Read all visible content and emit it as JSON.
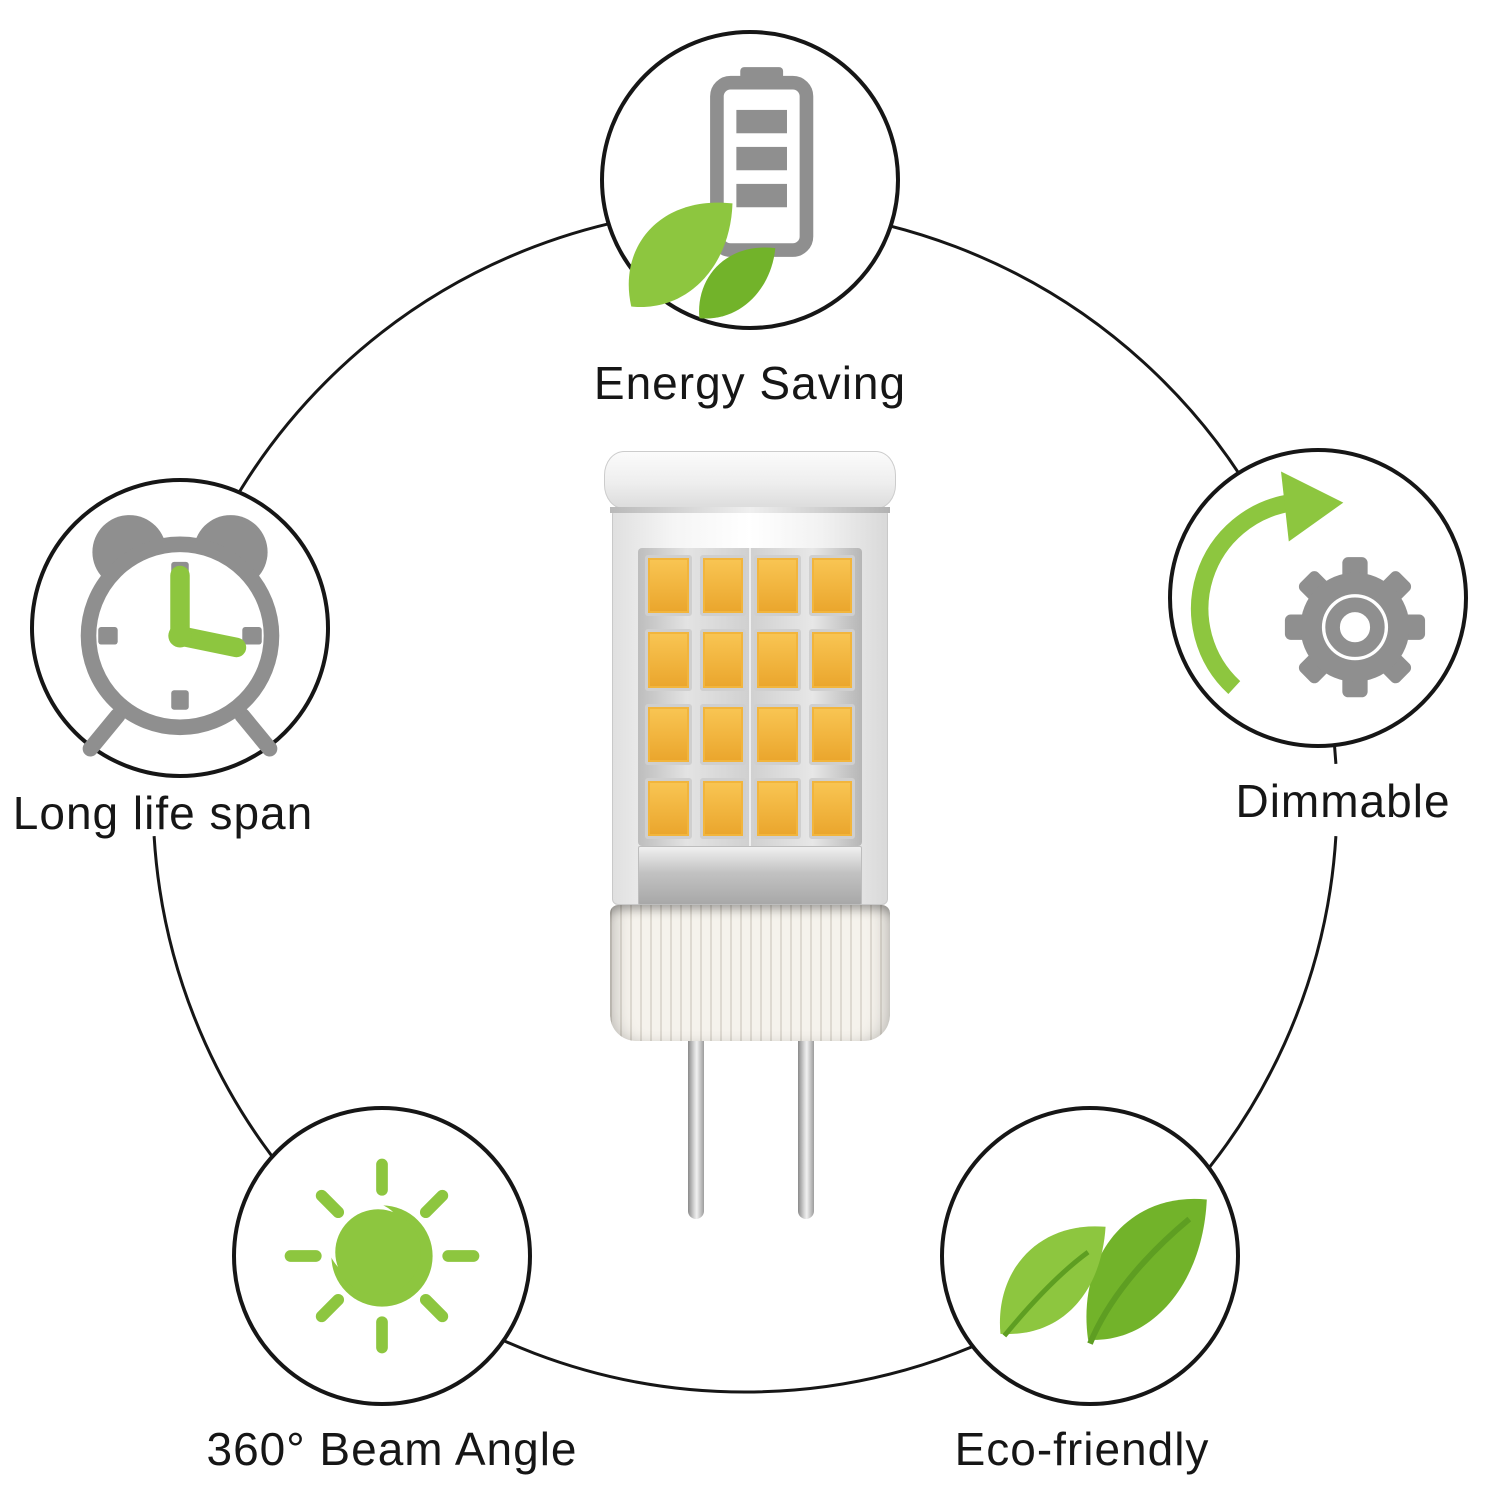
{
  "colors": {
    "green": "#8dc63f",
    "green_dark": "#72b32a",
    "gray": "#8f8f8f",
    "line": "#161616",
    "text": "#161616",
    "chip_gold": "#f2b53c"
  },
  "features": [
    {
      "label": "Energy Saving",
      "icon": "battery-leaf-icon"
    },
    {
      "label": "Long life span",
      "icon": "alarm-clock-icon"
    },
    {
      "label": "Dimmable",
      "icon": "gear-refresh-icon"
    },
    {
      "label": "360° Beam Angle",
      "icon": "sun-icon"
    },
    {
      "label": "Eco-friendly",
      "icon": "leaves-icon"
    }
  ],
  "product": {
    "led_grid": {
      "rows": 4,
      "cols": 4
    }
  }
}
